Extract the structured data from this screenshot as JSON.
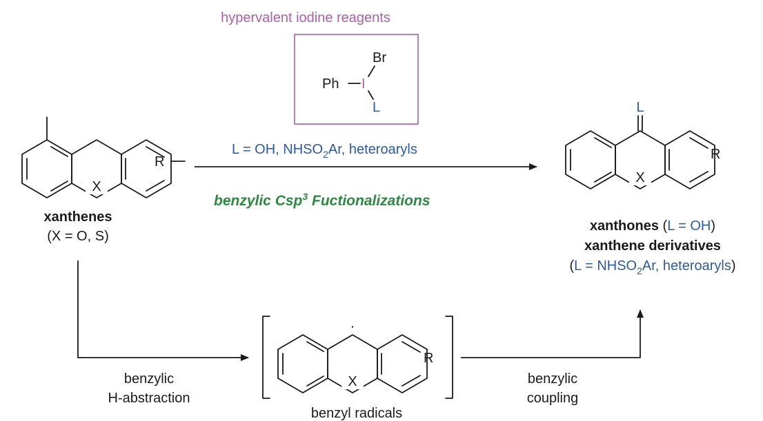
{
  "reagent": {
    "title": "hypervalent iodine reagents",
    "ph": "Ph",
    "iodine": "I",
    "br": "Br",
    "l": "L"
  },
  "conditions": {
    "l_def_prefix": "L = OH, NHSO",
    "l_def_sub": "2",
    "l_def_suffix": "Ar, heteroaryls",
    "fn_prefix": "benzylic Csp",
    "fn_sup": "3",
    "fn_suffix": " Fuctionalizations"
  },
  "starting_material": {
    "x_atom": "X",
    "r_group": "R",
    "name": "xanthenes",
    "note": "(X = O, S)"
  },
  "product": {
    "l_atom": "L",
    "x_atom": "X",
    "r_group": "R",
    "line1_name": "xanthones",
    "line1_open": " (",
    "line1_l": "L = OH",
    "line1_close": ")",
    "line2_name": "xanthene derivatives",
    "line3_open": "(",
    "line3_prefix": "L = NHSO",
    "line3_sub": "2",
    "line3_suffix": "Ar, heteroaryls",
    "line3_close": ")"
  },
  "intermediate": {
    "x_atom": "X",
    "r_group": "R",
    "radical_dot": "·",
    "name": "benzyl radicals"
  },
  "step_labels": {
    "abstraction_1": "benzylic",
    "abstraction_2": "H-abstraction",
    "coupling_1": "benzylic",
    "coupling_2": "coupling"
  },
  "colors": {
    "magenta": "#b15cae",
    "blue": "#2a5aa8",
    "green": "#2c8a3f"
  }
}
